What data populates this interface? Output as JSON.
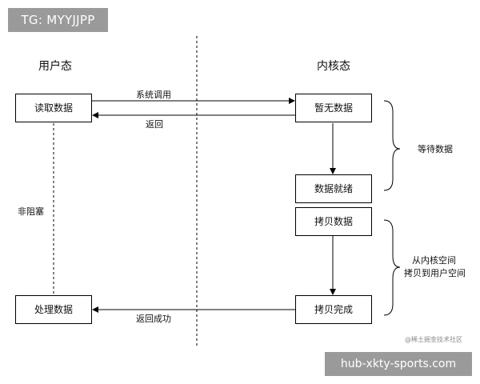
{
  "watermark_top": "TG: MYYJJPP",
  "watermark_bottom": "hub-xkty-sports.com",
  "columns": {
    "user": "用户态",
    "kernel": "内核态"
  },
  "boxes": {
    "read_data": "读取数据",
    "process_data": "处理数据",
    "no_data": "暂无数据",
    "data_ready": "数据就绪",
    "copy_data": "拷贝数据",
    "copy_done": "拷贝完成"
  },
  "arrows": {
    "syscall": "系统调用",
    "return": "返回",
    "return_success": "返回成功"
  },
  "notes": {
    "non_blocking": "非阻塞",
    "waiting": "等待数据",
    "copy_line1": "从内核空间",
    "copy_line2": "拷贝到用户空间"
  },
  "credit": "@稀土掘金技术社区"
}
